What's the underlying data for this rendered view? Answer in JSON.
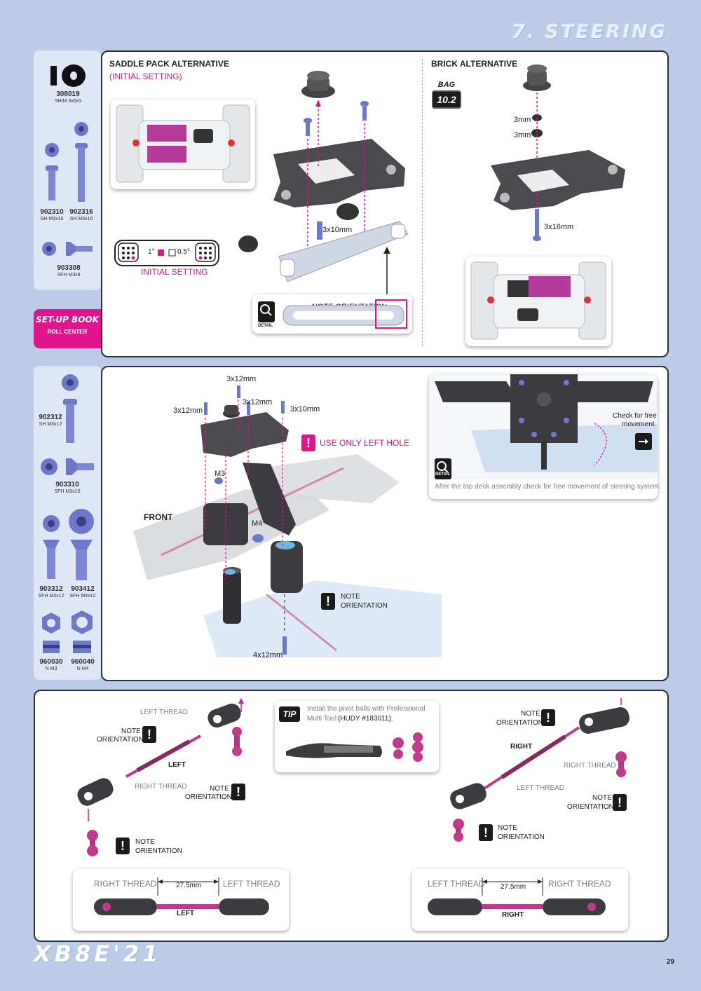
{
  "page": {
    "section_title": "7. STEERING",
    "page_number": "29",
    "model_logo": "XB8E'21"
  },
  "colors": {
    "accent": "#e0158d",
    "background": "#bccbe6",
    "panel_border": "#2b2f3a",
    "hardware_blue": "#6e78c8"
  },
  "sidebar1": {
    "parts": [
      {
        "code": "308019",
        "desc": "SHIM 3x6x3"
      },
      {
        "code": "902310",
        "desc": "SH M3x10"
      },
      {
        "code": "902316",
        "desc": "SH M3x16"
      },
      {
        "code": "903308",
        "desc": "SFH M3x8"
      }
    ],
    "setup_book": {
      "title": "SET-UP BOOK",
      "subtitle": "ROLL CENTER"
    }
  },
  "panel1": {
    "saddle_title": "SADDLE PACK ALTERNATIVE",
    "saddle_subtitle": "(INITIAL SETTING)",
    "brick_title": "BRICK ALTERNATIVE",
    "bag_label": "BAG",
    "bag_number": "10.2",
    "screw_3x10": "3x10mm",
    "screw_3x16": "3x16mm",
    "shim_a": "3mm",
    "shim_b": "3mm",
    "insert_left": "1°",
    "insert_right": "0.5°",
    "initial_setting": "INITIAL SETTING",
    "note_orientation": "NOTE ORIENTATION",
    "detail_label": "DETAIL"
  },
  "sidebar2": {
    "parts": [
      {
        "code": "902312",
        "desc": "SH M3x12"
      },
      {
        "code": "903310",
        "desc": "SFH M3x10"
      },
      {
        "code": "903312",
        "desc": "SFH M3x12"
      },
      {
        "code": "903412",
        "desc": "SFH M4x12"
      },
      {
        "code": "960030",
        "desc": "N M3"
      },
      {
        "code": "960040",
        "desc": "N M4"
      }
    ]
  },
  "panel2": {
    "screw_a": "3x12mm",
    "screw_b": "3x12mm",
    "screw_c": "3x12mm",
    "screw_d": "3x10mm",
    "screw_e": "4x12mm",
    "nut_m3": "M3",
    "nut_m4": "M4",
    "use_only_left_hole": "USE ONLY LEFT HOLE",
    "front": "FRONT",
    "note": "NOTE",
    "orientation": "ORIENTATION",
    "check_free_1": "Check for free",
    "check_free_2": "movement",
    "detail_label": "DETAIL",
    "after_note": "After the top deck assembly check for free movement of steering system."
  },
  "panel3": {
    "tip_label": "TIP",
    "tip_text_1": "Install the pivot balls with Professional",
    "tip_text_2": "Multi Tool",
    "tip_text_3": "(HUDY #183011).",
    "left_thread": "LEFT THREAD",
    "right_thread": "RIGHT THREAD",
    "left": "LEFT",
    "right": "RIGHT",
    "note": "NOTE",
    "orientation": "ORIENTATION",
    "left_rod": {
      "left_label": "RIGHT THREAD",
      "right_label": "LEFT THREAD",
      "length": "27.5mm",
      "name": "LEFT"
    },
    "right_rod": {
      "left_label": "LEFT THREAD",
      "right_label": "RIGHT THREAD",
      "length": "27.5mm",
      "name": "RIGHT"
    }
  }
}
